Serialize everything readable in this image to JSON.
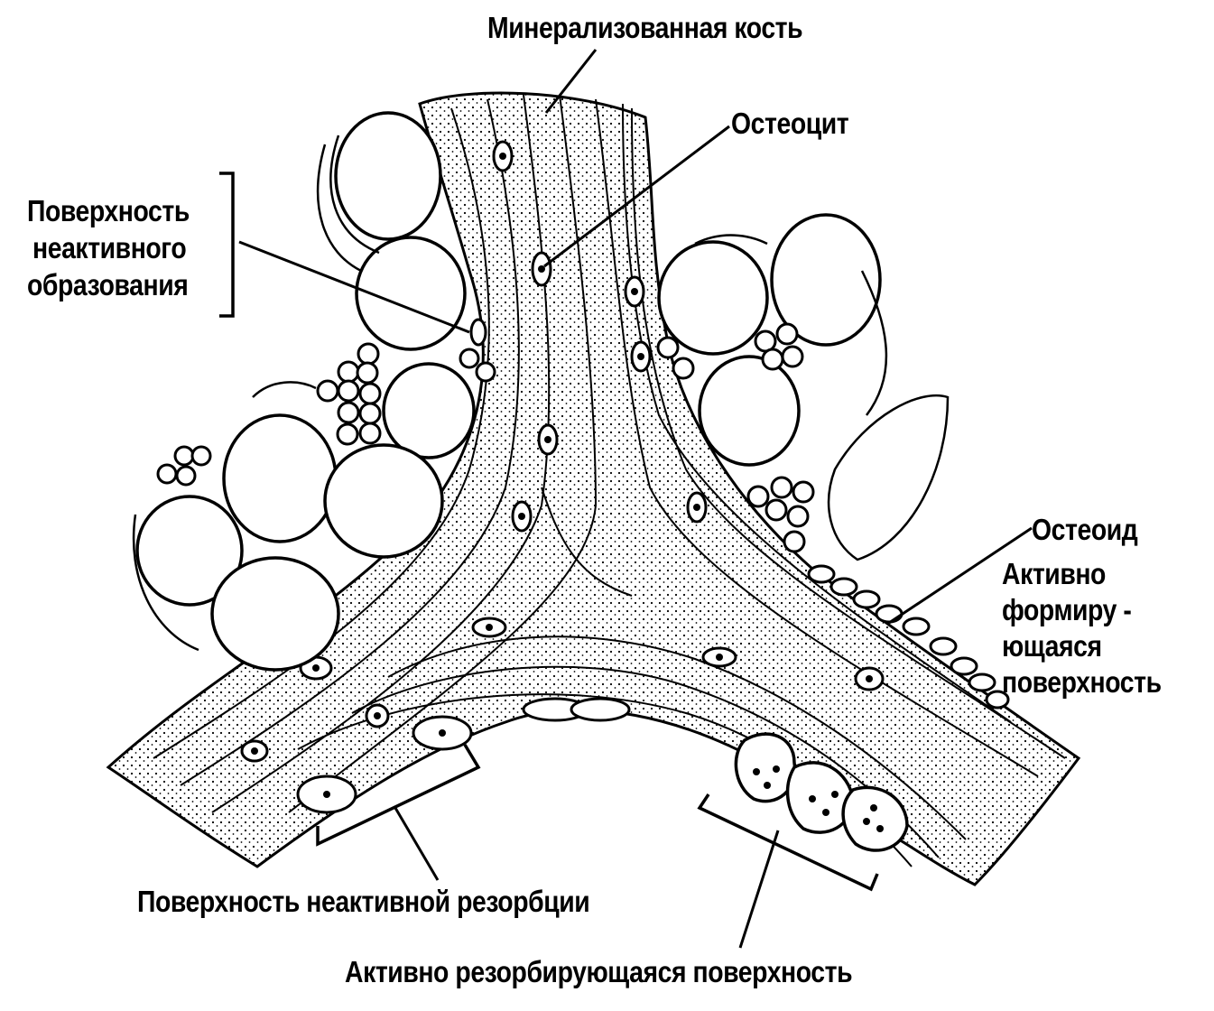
{
  "labels": {
    "mineralized_bone": "Минерализованная кость",
    "osteocyte": "Остеоцит",
    "inactive_formation_1": "Поверхность",
    "inactive_formation_2": "неактивного",
    "inactive_formation_3": "образования",
    "osteoid": "Остеоид",
    "active_formation_1": "Активно",
    "active_formation_2": "формиру -",
    "active_formation_3": "ющаяся",
    "active_formation_4": "поверхность",
    "inactive_resorption": "Поверхность неактивной резорбции",
    "active_resorption": "Активно резорбирующаяся поверхность"
  },
  "colors": {
    "ink": "#000000",
    "paper": "#ffffff"
  }
}
